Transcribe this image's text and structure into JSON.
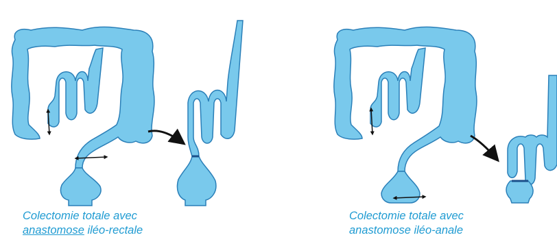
{
  "left_panel": {
    "caption_line1": "Colectomie totale avec",
    "caption_line2_underlined": "anastomose",
    "caption_line2_rest": " iléo-rectale"
  },
  "right_panel": {
    "caption_line1": "Colectomie totale avec",
    "caption_line2": "anastomose iléo-anale"
  },
  "colors": {
    "organ_fill": "#79c9ec",
    "organ_stroke": "#2a7fb8",
    "arrow": "#111111",
    "caption": "#1f9bd2"
  }
}
